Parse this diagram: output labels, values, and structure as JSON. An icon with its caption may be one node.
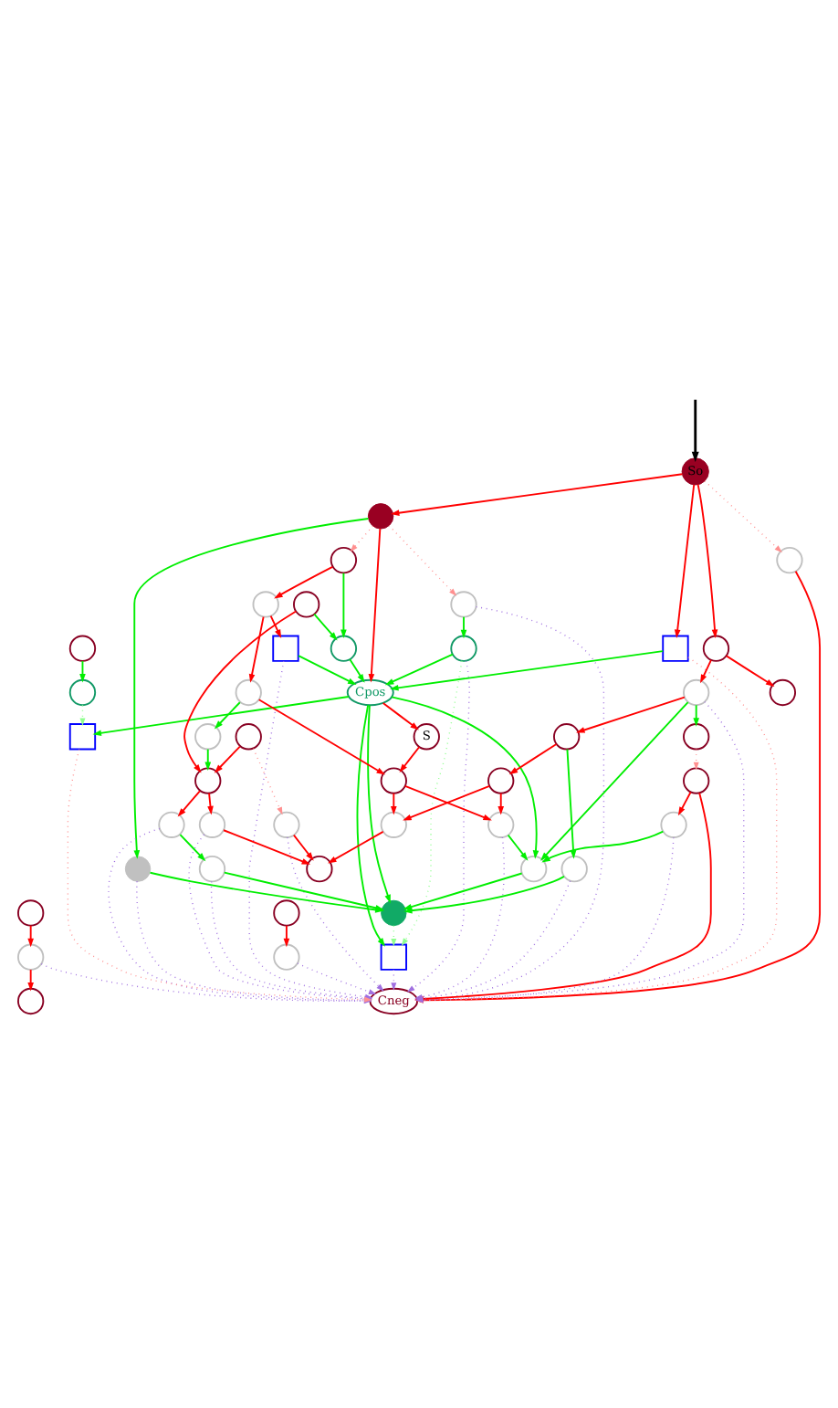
{
  "diagram": {
    "nodes": [
      {
        "text": [
          "So"
        ]
      },
      {
        "text": [],
        "shape": "circle"
      },
      {
        "text": [],
        "shape": "circle"
      },
      {
        "text": [],
        "shape": "circle"
      },
      {
        "text": [],
        "shape": "circle"
      },
      {
        "text": [],
        "shape": "circle"
      },
      {
        "text": [],
        "shape": "circle"
      },
      {
        "text": [],
        "shape": "box"
      },
      {
        "text": [],
        "shape": "circle"
      },
      {
        "text": [],
        "shape": "box"
      },
      {
        "text": [],
        "shape": "circle"
      },
      {
        "text": [
          "Cpos"
        ]
      },
      {
        "text": [],
        "shape": "circle"
      },
      {
        "text": [
          "S"
        ]
      },
      {
        "text": [],
        "shape": "circle"
      },
      {
        "text": [],
        "shape": "circle"
      },
      {
        "text": [],
        "shape": "circle"
      },
      {
        "text": [],
        "shape": "circle"
      },
      {
        "text": [],
        "shape": "circle"
      },
      {
        "text": [],
        "shape": "circle"
      },
      {
        "text": [],
        "shape": "circle"
      },
      {
        "text": [],
        "shape": "circle"
      },
      {
        "text": [],
        "shape": "circle"
      },
      {
        "text": [],
        "shape": "circle"
      },
      {
        "text": [],
        "shape": "circle"
      },
      {
        "text": [],
        "shape": "circle"
      },
      {
        "text": [],
        "shape": "circle"
      },
      {
        "text": [],
        "shape": "circle"
      },
      {
        "text": [],
        "shape": "circle"
      },
      {
        "text": [],
        "shape": "circle"
      },
      {
        "text": [],
        "shape": "circle"
      },
      {
        "text": [],
        "shape": "circle"
      },
      {
        "text": [],
        "shape": "circle"
      },
      {
        "text": [],
        "shape": "circle"
      },
      {
        "text": [],
        "shape": "circle"
      },
      {
        "text": [],
        "shape": "circle"
      },
      {
        "text": [],
        "shape": "circle"
      },
      {
        "text": [],
        "shape": "circle"
      },
      {
        "text": [],
        "shape": "circle"
      },
      {
        "text": [],
        "shape": "circle"
      },
      {
        "text": [],
        "shape": "circle"
      },
      {
        "text": [],
        "shape": "circle"
      },
      {
        "text": [],
        "shape": "circle"
      },
      {
        "text": [],
        "shape": "circle"
      },
      {
        "text": [],
        "shape": "box"
      },
      {
        "text": [],
        "shape": "box"
      },
      {
        "text": [
          "Cneg"
        ]
      }
    ],
    "edges": [
      {
        "from": null,
        "to": 0,
        "arrow": "to",
        "color": "#000000"
      },
      {
        "from": 0,
        "to": 1,
        "arrow": "to"
      },
      {
        "from": 0,
        "to": 2,
        "arrow": "to",
        "style": "dashed",
        "color": "#ff9090"
      },
      {
        "from": 0,
        "to": 9,
        "arrow": "to"
      },
      {
        "from": 0,
        "to": 10,
        "arrow": "to"
      },
      {
        "from": 1,
        "to": 3,
        "arrow": "to",
        "style": "dashed",
        "color": "#ff9090"
      },
      {
        "from": 1,
        "to": 4,
        "arrow": "to",
        "style": "dashed",
        "color": "#ff9090"
      },
      {
        "from": 1,
        "to": 11,
        "arrow": "to"
      },
      {
        "from": 1,
        "to": 36,
        "arrow": "to",
        "color": "#00ee00"
      },
      {
        "from": 3,
        "to": 5,
        "arrow": "to"
      },
      {
        "from": 3,
        "to": 8,
        "arrow": "to",
        "color": "#00ee00"
      },
      {
        "from": 4,
        "to": 6,
        "arrow": "to",
        "color": "#00ee00"
      },
      {
        "from": 5,
        "to": 7,
        "arrow": "to"
      },
      {
        "from": 5,
        "to": 14,
        "arrow": "to"
      },
      {
        "from": 6,
        "to": 11,
        "arrow": "to",
        "color": "#00ee00"
      },
      {
        "from": 7,
        "to": 11,
        "arrow": "to",
        "color": "#00ee00"
      },
      {
        "from": 8,
        "to": 11,
        "arrow": "to",
        "color": "#00ee00"
      },
      {
        "from": 9,
        "to": 11,
        "arrow": "to",
        "color": "#00ee00"
      },
      {
        "from": 10,
        "to": 12,
        "arrow": "to"
      },
      {
        "from": 10,
        "to": 22,
        "arrow": "to"
      },
      {
        "from": 11,
        "to": 13,
        "arrow": "to"
      },
      {
        "from": 12,
        "to": 15,
        "arrow": "to"
      },
      {
        "from": 12,
        "to": 34,
        "arrow": "to",
        "color": "#00ee00"
      },
      {
        "from": 12,
        "to": 24,
        "arrow": "to",
        "color": "#00ee00"
      },
      {
        "from": 13,
        "to": 16,
        "arrow": "to"
      },
      {
        "from": 14,
        "to": 16,
        "arrow": "to"
      },
      {
        "from": 15,
        "to": 17,
        "arrow": "to"
      },
      {
        "from": 15,
        "to": 38,
        "arrow": "to",
        "color": "#00ee00"
      },
      {
        "from": 16,
        "to": 21,
        "arrow": "to"
      },
      {
        "from": 16,
        "to": 19,
        "arrow": "to"
      },
      {
        "from": 17,
        "to": 21,
        "arrow": "to"
      },
      {
        "from": 17,
        "to": 19,
        "arrow": "to"
      },
      {
        "from": 18,
        "to": 20,
        "arrow": "to",
        "style": "dashed",
        "color": "#ff9090"
      },
      {
        "from": 18,
        "to": 39,
        "arrow": "to"
      },
      {
        "from": 19,
        "to": 23,
        "arrow": "to"
      },
      {
        "from": 20,
        "to": 23,
        "arrow": "to"
      },
      {
        "from": 2,
        "to": 46,
        "arrow": "to"
      },
      {
        "from": 21,
        "to": 34,
        "arrow": "to",
        "color": "#00ee00"
      },
      {
        "from": 25,
        "to": 8,
        "arrow": "to",
        "color": "#00ee00"
      },
      {
        "from": 26,
        "to": 27,
        "arrow": "to",
        "color": "#00ee00"
      },
      {
        "from": 24,
        "to": 28,
        "arrow": "to",
        "style": "dashed",
        "color": "#ff9090"
      },
      {
        "from": 28,
        "to": 31,
        "arrow": "to"
      },
      {
        "from": 28,
        "to": 46,
        "arrow": "to"
      },
      {
        "from": 25,
        "to": 39,
        "arrow": "to"
      },
      {
        "from": 30,
        "to": 33,
        "arrow": "to"
      },
      {
        "from": 29,
        "to": 32,
        "arrow": "to"
      },
      {
        "from": 33,
        "to": 35,
        "arrow": "to"
      },
      {
        "from": 31,
        "to": 34,
        "arrow": "to",
        "color": "#00ee00"
      },
      {
        "from": 14,
        "to": 37,
        "arrow": "to",
        "color": "#00ee00"
      },
      {
        "from": 37,
        "to": 39,
        "arrow": "to",
        "color": "#00ee00"
      },
      {
        "from": 39,
        "to": 40,
        "arrow": "to"
      },
      {
        "from": 39,
        "to": 41,
        "arrow": "to"
      },
      {
        "from": 41,
        "to": 23,
        "arrow": "to"
      },
      {
        "from": 40,
        "to": 42,
        "arrow": "to",
        "color": "#00ee00"
      },
      {
        "from": 11,
        "to": 34,
        "arrow": "to",
        "color": "#00ee00"
      },
      {
        "from": 11,
        "to": 43,
        "arrow": "to",
        "color": "#00ee00"
      },
      {
        "from": 11,
        "to": 44,
        "arrow": "to",
        "color": "#00ee00"
      },
      {
        "from": 11,
        "to": 45,
        "arrow": "to",
        "color": "#00ee00"
      },
      {
        "from": 34,
        "to": 43,
        "arrow": "to",
        "color": "#00ee00"
      },
      {
        "from": 38,
        "to": 43,
        "arrow": "to",
        "color": "#00ee00"
      },
      {
        "from": 36,
        "to": 43,
        "arrow": "to",
        "color": "#00ee00"
      },
      {
        "from": 42,
        "to": 43,
        "arrow": "to",
        "color": "#00ee00"
      },
      {
        "from": 6,
        "to": 44,
        "arrow": "to",
        "style": "dashed",
        "color": "#90ff90"
      },
      {
        "from": 27,
        "to": 45,
        "arrow": "to",
        "style": "dashed",
        "color": "#90ff90"
      },
      {
        "from": 43,
        "to": 44,
        "arrow": "to",
        "style": "dashed",
        "color": "#90ff90"
      },
      {
        "from": 4,
        "to": 46,
        "arrow": "to",
        "style": "dashed",
        "color": "#a070e0"
      },
      {
        "from": 6,
        "to": 46,
        "arrow": "to",
        "style": "dashed",
        "color": "#a070e0"
      },
      {
        "from": 7,
        "to": 46,
        "arrow": "to",
        "style": "dashed",
        "color": "#a070e0"
      },
      {
        "from": 9,
        "to": 46,
        "arrow": "to",
        "style": "dashed",
        "color": "#ff9090"
      },
      {
        "from": 12,
        "to": 46,
        "arrow": "to",
        "style": "dashed",
        "color": "#a070e0"
      },
      {
        "from": 20,
        "to": 46,
        "arrow": "to",
        "style": "dashed",
        "color": "#a070e0"
      },
      {
        "from": 21,
        "to": 46,
        "arrow": "to",
        "style": "dashed",
        "color": "#a070e0"
      },
      {
        "from": 31,
        "to": 46,
        "arrow": "to",
        "style": "dashed",
        "color": "#a070e0"
      },
      {
        "from": 32,
        "to": 46,
        "arrow": "to",
        "style": "dashed",
        "color": "#a070e0"
      },
      {
        "from": 33,
        "to": 46,
        "arrow": "to",
        "style": "dashed",
        "color": "#a070e0"
      },
      {
        "from": 36,
        "to": 46,
        "arrow": "to",
        "style": "dashed",
        "color": "#a070e0"
      },
      {
        "from": 38,
        "to": 46,
        "arrow": "to",
        "style": "dashed",
        "color": "#a070e0"
      },
      {
        "from": 40,
        "to": 46,
        "arrow": "to",
        "style": "dashed",
        "color": "#a070e0"
      },
      {
        "from": 41,
        "to": 46,
        "arrow": "to",
        "style": "dashed",
        "color": "#a070e0"
      },
      {
        "from": 42,
        "to": 46,
        "arrow": "to",
        "style": "dashed",
        "color": "#a070e0"
      },
      {
        "from": 44,
        "to": 46,
        "arrow": "to",
        "style": "dashed",
        "color": "#a070e0"
      },
      {
        "from": 45,
        "to": 46,
        "arrow": "to",
        "style": "dashed",
        "color": "#ff9090"
      }
    ]
  }
}
